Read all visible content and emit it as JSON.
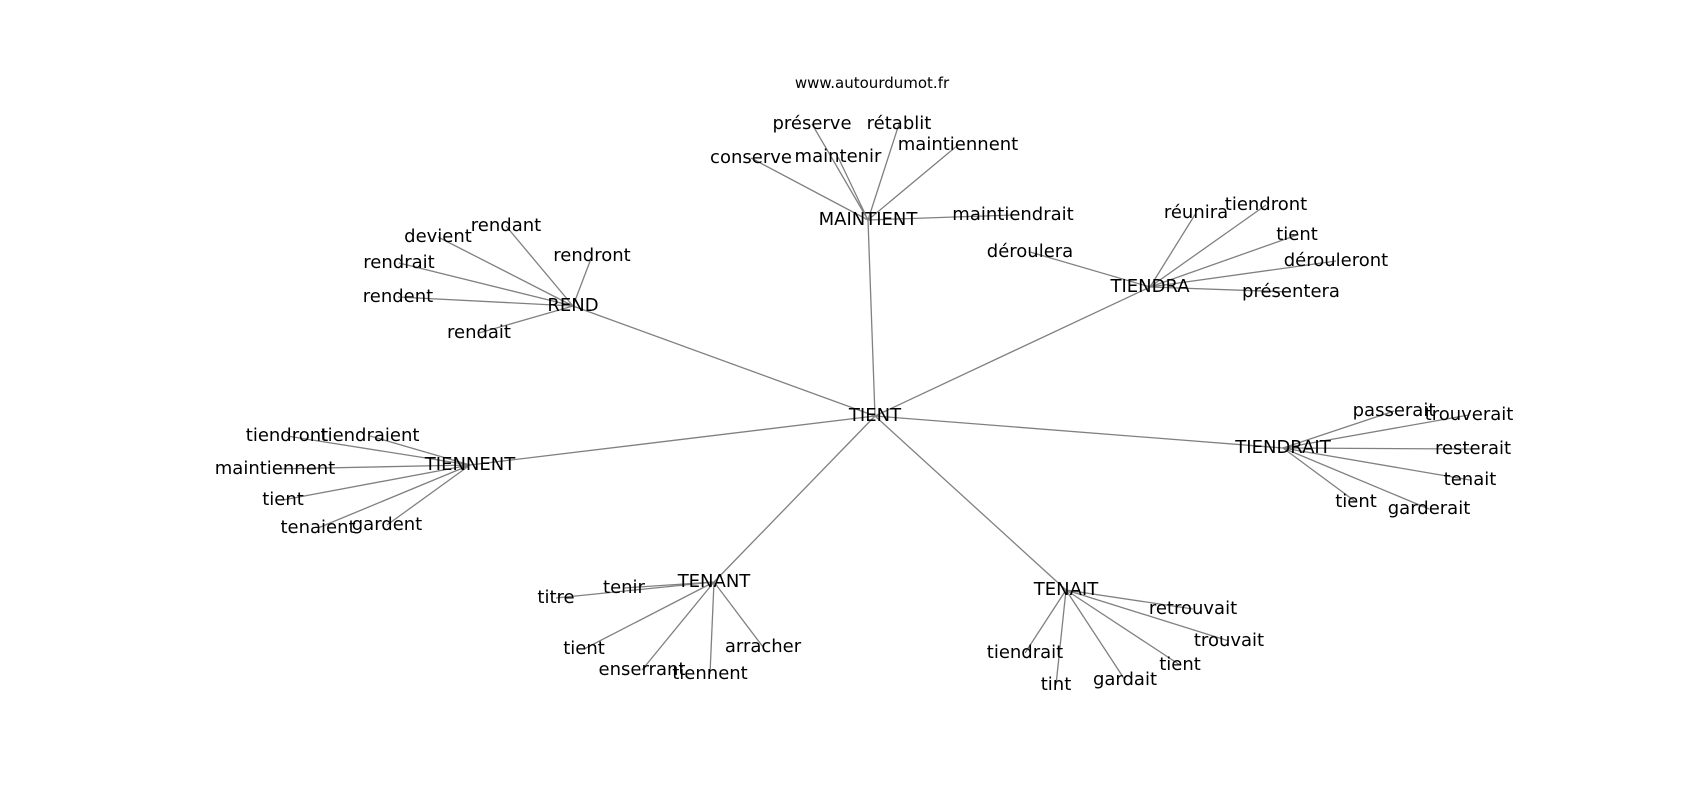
{
  "site_label": "www.autourdumot.fr",
  "graph": {
    "root": "TIENT",
    "groups": [
      {
        "hub": "MAINTIENT",
        "leaves": [
          "préserve",
          "rétablit",
          "maintiennent",
          "conserve",
          "maintenir",
          "maintiendrait"
        ]
      },
      {
        "hub": "REND",
        "leaves": [
          "rendant",
          "devient",
          "rendrait",
          "rendront",
          "rendent",
          "rendait"
        ]
      },
      {
        "hub": "TIENDRA",
        "leaves": [
          "réunira",
          "tiendront",
          "tient",
          "dérouleront",
          "déroulera",
          "présentera"
        ]
      },
      {
        "hub": "TIENNENT",
        "leaves": [
          "tiendront",
          "tiendraient",
          "maintiennent",
          "tient",
          "tenaient",
          "gardent"
        ]
      },
      {
        "hub": "TIENDRAIT",
        "leaves": [
          "passerait",
          "trouverait",
          "resterait",
          "tenait",
          "tient",
          "garderait"
        ]
      },
      {
        "hub": "TENANT",
        "leaves": [
          "titre",
          "tenir",
          "tient",
          "enserrant",
          "tiennent",
          "arracher"
        ]
      },
      {
        "hub": "TENAIT",
        "leaves": [
          "retrouvait",
          "trouvait",
          "tient",
          "gardait",
          "tint",
          "tiendrait"
        ]
      }
    ]
  }
}
